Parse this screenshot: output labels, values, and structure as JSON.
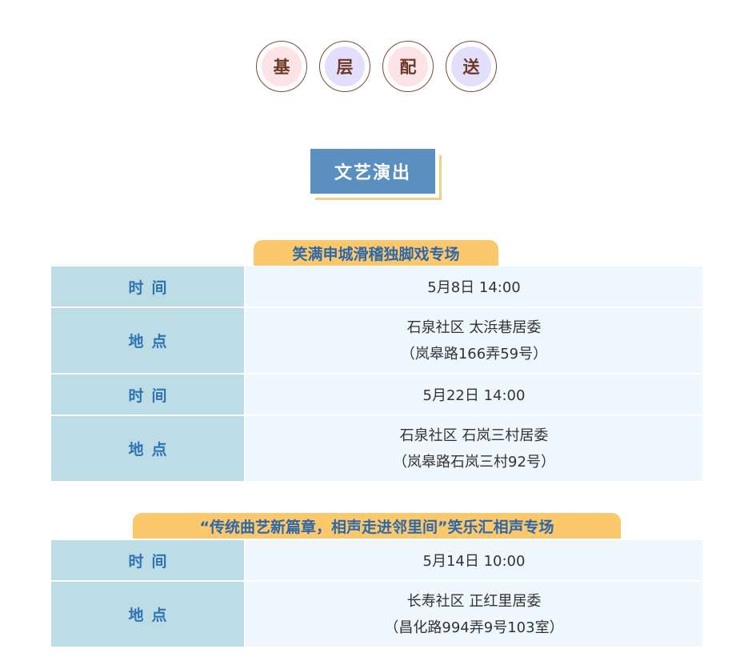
{
  "header_circles": [
    "基",
    "层",
    "配",
    "送"
  ],
  "section_title": "文艺演出",
  "events": [
    {
      "title": "笑满申城滑稽独脚戏专场",
      "rows": [
        {
          "label": "时间",
          "lines": [
            "5月8日 14:00"
          ]
        },
        {
          "label": "地点",
          "lines": [
            "石泉社区 太浜巷居委",
            "（岚皋路166弄59号）"
          ]
        },
        {
          "label": "时间",
          "lines": [
            "5月22日 14:00"
          ]
        },
        {
          "label": "地点",
          "lines": [
            "石泉社区 石岚三村居委",
            "（岚皋路石岚三村92号）"
          ]
        }
      ]
    },
    {
      "title": "“传统曲艺新篇章，相声走进邻里间”笑乐汇相声专场",
      "rows": [
        {
          "label": "时间",
          "lines": [
            "5月14日 10:00"
          ]
        },
        {
          "label": "地点",
          "lines": [
            "长寿社区 正红里居委",
            "（昌化路994弄9号103室）"
          ]
        }
      ]
    }
  ],
  "colors": {
    "label_bg": "#bcdde6",
    "value_bg": "#eef7fd",
    "tag_bg": "#fbc96c",
    "title_bg": "#5a8fc0",
    "accent_text": "#2f67a8"
  }
}
